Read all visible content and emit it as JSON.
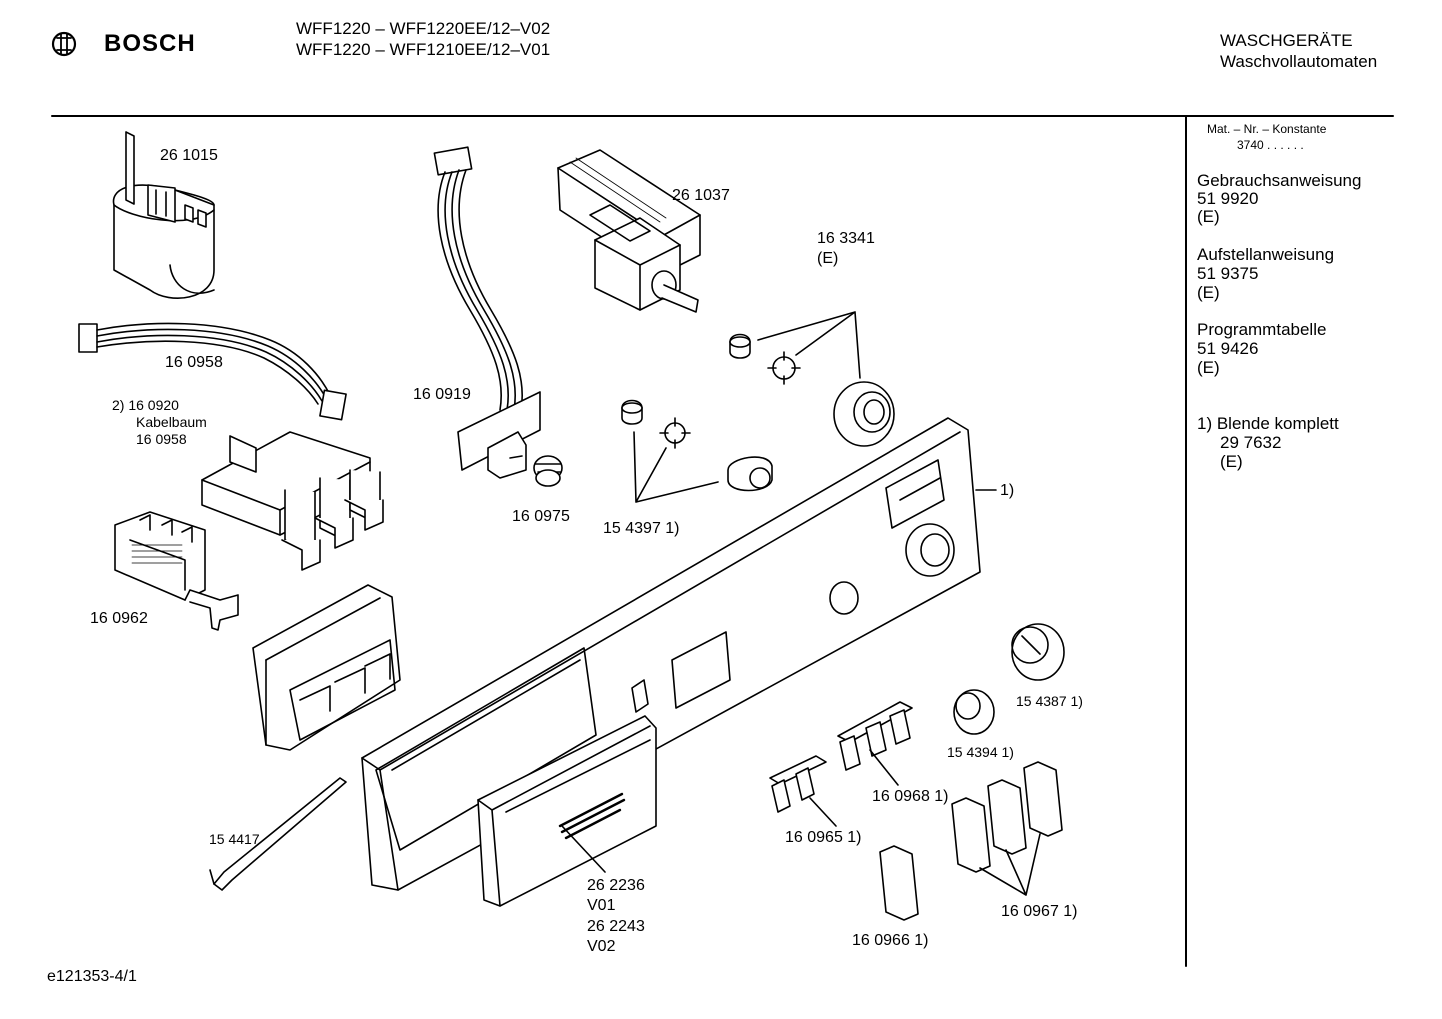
{
  "header": {
    "brand": "BOSCH",
    "model_lines": [
      "WFF1220 – WFF1220EE/12–V02",
      "WFF1220 – WFF1210EE/12–V01"
    ],
    "category_lines": [
      "WASCHGERÄTE",
      "Waschvollautomaten"
    ]
  },
  "sidebar": {
    "mat_label": "Mat. – Nr. – Konstante",
    "mat_value": "3740  .  .  .  .  .  .",
    "docs": [
      {
        "title": "Gebrauchsanweisung",
        "number": "51 9920",
        "lang": "(E)"
      },
      {
        "title": "Aufstellanweisung",
        "number": "51 9375",
        "lang": "(E)"
      },
      {
        "title": "Programmtabelle",
        "number": "51 9426",
        "lang": "(E)"
      }
    ],
    "note": {
      "title": "1) Blende komplett",
      "number": "29 7632",
      "lang": "(E)"
    }
  },
  "parts": {
    "p261015": "26 1015",
    "p160958a": "16 0958",
    "p160920": "2) 16 0920",
    "kabelbaum": "Kabelbaum",
    "p160958b": "16 0958",
    "p160962": "16 0962",
    "p160919": "16 0919",
    "p160975": "16 0975",
    "p261037": "26 1037",
    "p163341": "16 3341",
    "p163341_e": "(E)",
    "p154397": "15 4397 1)",
    "blende": "1)",
    "p154387": "15 4387 1)",
    "p154394": "15 4394 1)",
    "p160968": "16 0968 1)",
    "p160965": "16 0965 1)",
    "p160967": "16 0967 1)",
    "p160966": "16 0966 1)",
    "p154417": "15 4417",
    "p262236": "26 2236",
    "v01": "V01",
    "p262243": "26 2243",
    "v02": "V02"
  },
  "footer": {
    "code": "e121353-4/1"
  }
}
